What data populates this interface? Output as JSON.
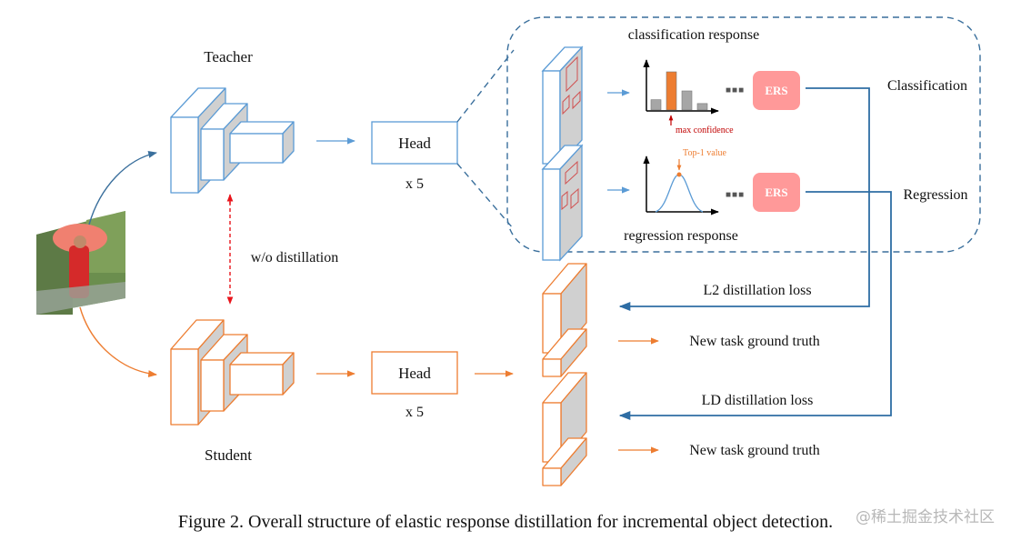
{
  "figure": {
    "caption": "Figure 2. Overall structure of elastic response distillation for incremental object detection.",
    "watermark": "@稀土掘金技术社区"
  },
  "colors": {
    "teacher": "#5b9bd5",
    "student": "#ed7d31",
    "connector": "#2e6da4",
    "dashed_box": "#3a6f9c",
    "ers_fill": "#ff9999",
    "distill_arrow": "#e8141b",
    "bar_gray": "#a6a6a6",
    "bar_highlight": "#ed7d31",
    "annotation_red": "#c00000",
    "annotation_orange": "#ed7d31",
    "feature_box_red": "#d05050",
    "face_gray": "#d0d0d0"
  },
  "teacher": {
    "label": "Teacher",
    "head_label": "Head",
    "head_repeat": "x 5"
  },
  "student": {
    "label": "Student",
    "head_label": "Head",
    "head_repeat": "x 5"
  },
  "distillation_link": {
    "label": "w/o distillation"
  },
  "ers_panel": {
    "classification": {
      "title": "classification response",
      "annotation": "max confidence",
      "ers_label": "ERS",
      "output_label": "Classification",
      "bars": [
        0.27,
        1.0,
        0.5,
        0.17
      ],
      "highlight_index": 1
    },
    "regression": {
      "title": "regression response",
      "annotation": "Top-1 value",
      "ers_label": "ERS",
      "output_label": "Regression"
    },
    "ellipsis": "■■■"
  },
  "losses": {
    "l2": "L2 distillation loss",
    "ld": "LD distillation loss",
    "ground_truth_1": "New task ground truth",
    "ground_truth_2": "New task ground truth"
  }
}
